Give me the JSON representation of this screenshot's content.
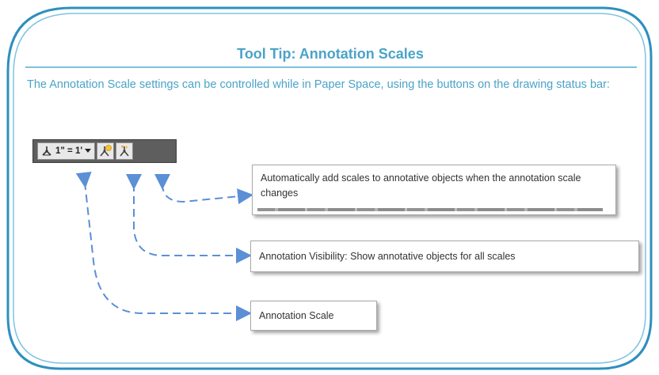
{
  "tooltip": {
    "title": "Tool Tip: Annotation Scales",
    "body": "The Annotation Scale settings can be controlled while in Paper Space, using the buttons on the drawing status bar:"
  },
  "status_bar": {
    "scale_value": "1\" = 1'",
    "scale_icon": "annotation-scale-icon",
    "visibility_icon": "annotation-visibility-icon",
    "autoscale_icon": "annotation-autoscale-icon",
    "dropdown_icon": "caret-down-icon"
  },
  "callouts": {
    "autoscale": "Automatically add scales to annotative objects when the annotation scale changes",
    "visibility": "Annotation Visibility: Show annotative objects for all scales",
    "scale": "Annotation Scale"
  },
  "colors": {
    "frame_border": "#2e8fbe",
    "title_text": "#4aa3c9",
    "arrow": "#5b8fd6",
    "status_bar_bg": "#5e5e5e"
  }
}
